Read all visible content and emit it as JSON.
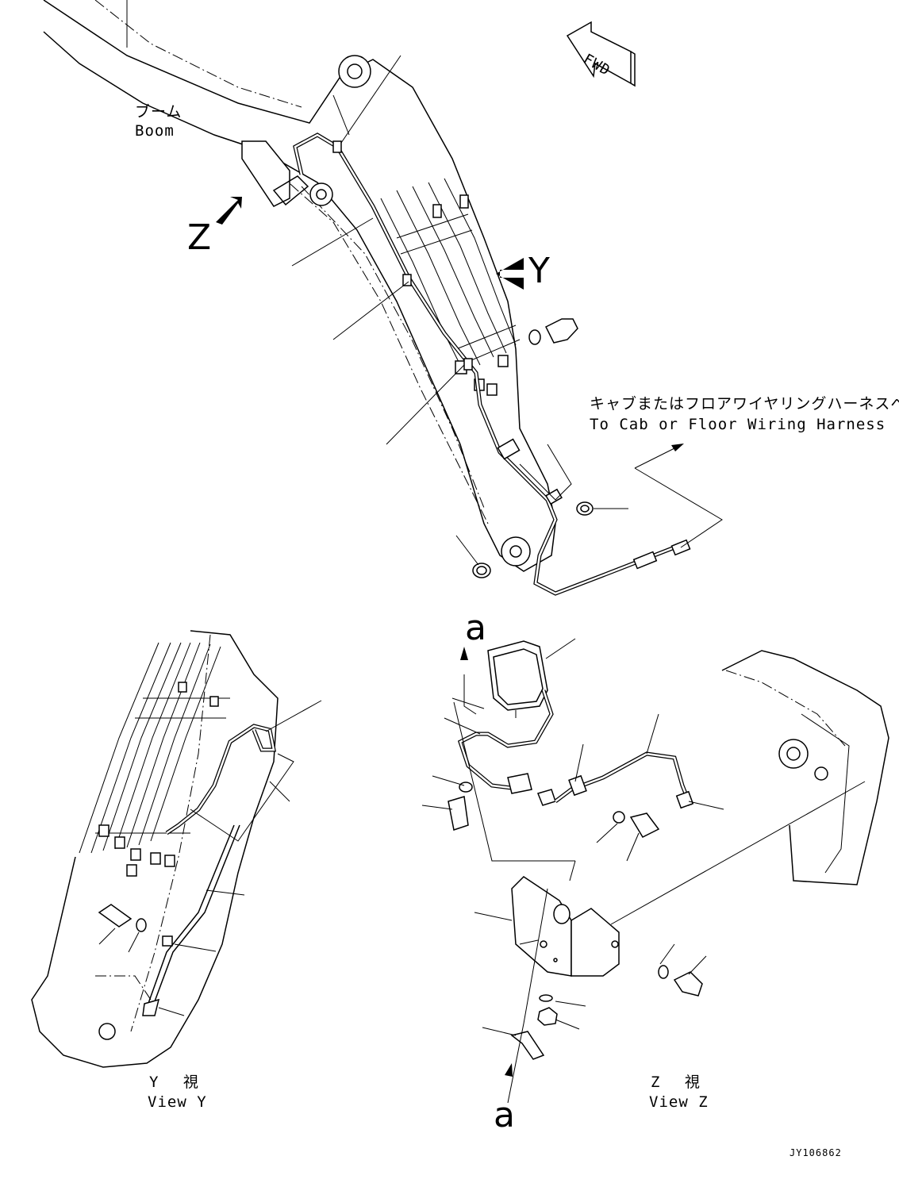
{
  "labels": {
    "boom_jp": "ブーム",
    "boom_en": "Boom",
    "fwd": "FWD",
    "harness_jp": "キャブまたはフロアワイヤリングハーネスへ",
    "harness_en": "To Cab or Floor Wiring Harness",
    "view_y_jp": "Y 視",
    "view_y_en": "View Y",
    "view_z_jp": "Z 視",
    "view_z_en": "View Z",
    "marker_z": "Z",
    "marker_y": "Y",
    "marker_a_top": "a",
    "marker_a_bottom": "a",
    "drawing_number": "JY106862"
  }
}
